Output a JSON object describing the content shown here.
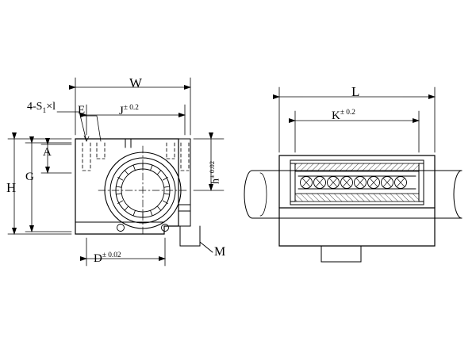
{
  "drawing": {
    "title": "Linear bearing pillow block unit dimension drawing",
    "views": [
      {
        "name": "front-view",
        "position": "left"
      },
      {
        "name": "side-view",
        "position": "right"
      }
    ],
    "line_color": "#000000",
    "background": "#ffffff",
    "hatch_color": "#000000"
  },
  "labels": {
    "w": "W",
    "j": "J",
    "j_tol": "± 0.2",
    "e": "E",
    "four_s1": "4-S",
    "four_s1_sub": "1",
    "four_s1_tail": "×l",
    "a": "A",
    "g": "G",
    "h_cap": "H",
    "h_low": "h",
    "h_low_tol": "± 0.02",
    "h_tol_vert": "± 0.02",
    "d": "D",
    "d_tol": "± 0.02",
    "m": "M",
    "l": "L",
    "k": "K",
    "k_tol": "± 0.2"
  }
}
